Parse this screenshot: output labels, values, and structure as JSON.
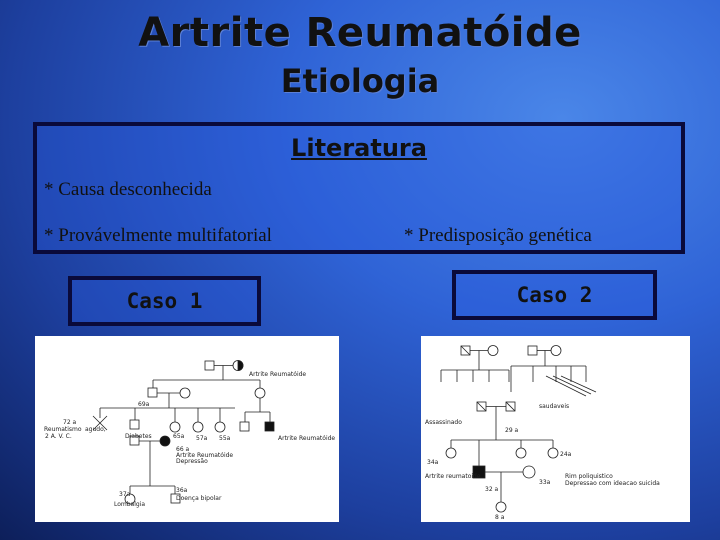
{
  "slide": {
    "title": "Artrite Reumatóide",
    "subtitle": "Etiologia"
  },
  "literatura": {
    "heading": "Literatura",
    "item1": "* Causa desconhecida",
    "item2": "* Provávelmente multifatorial",
    "item3": "* Predisposição genética"
  },
  "cases": {
    "case1": "Caso 1",
    "case2": "Caso 2"
  },
  "pedigree1": {
    "labels": {
      "ar_top": "Artrite Reumatóide",
      "age_69": "69a",
      "age_72": "72 a",
      "reumatismo": "Reumatismo",
      "agudo": "agudo,",
      "avc": "2 A. V. C.",
      "diabetes": "Diabetes",
      "age_65": "65a",
      "age_57": "57a",
      "age_55": "55a",
      "ar_right": "Artrite Reumatóide",
      "age_66": "66 a",
      "ar_mid": "Artrite Reumatóide",
      "depressao": "Depressão",
      "age_37": "37a",
      "lombalgia": "Lombalgia",
      "age_36": "36a",
      "bipolar": "Doença bipolar"
    }
  },
  "pedigree2": {
    "labels": {
      "saudaveis": "saudaveis",
      "assassinado": "Assassinado",
      "age_29": "29 a",
      "age_24": "24a",
      "age_34": "34a",
      "ar": "Artrite reumatoide",
      "rim": "Rim poliquistico",
      "depressao": "Depressao com ideacao suicida",
      "age_32": "32 a",
      "age_33": "33a",
      "age_8": "8 a"
    }
  },
  "colors": {
    "background": "#2f63d6",
    "box_border": "#0a0a3a",
    "text": "#111111"
  }
}
